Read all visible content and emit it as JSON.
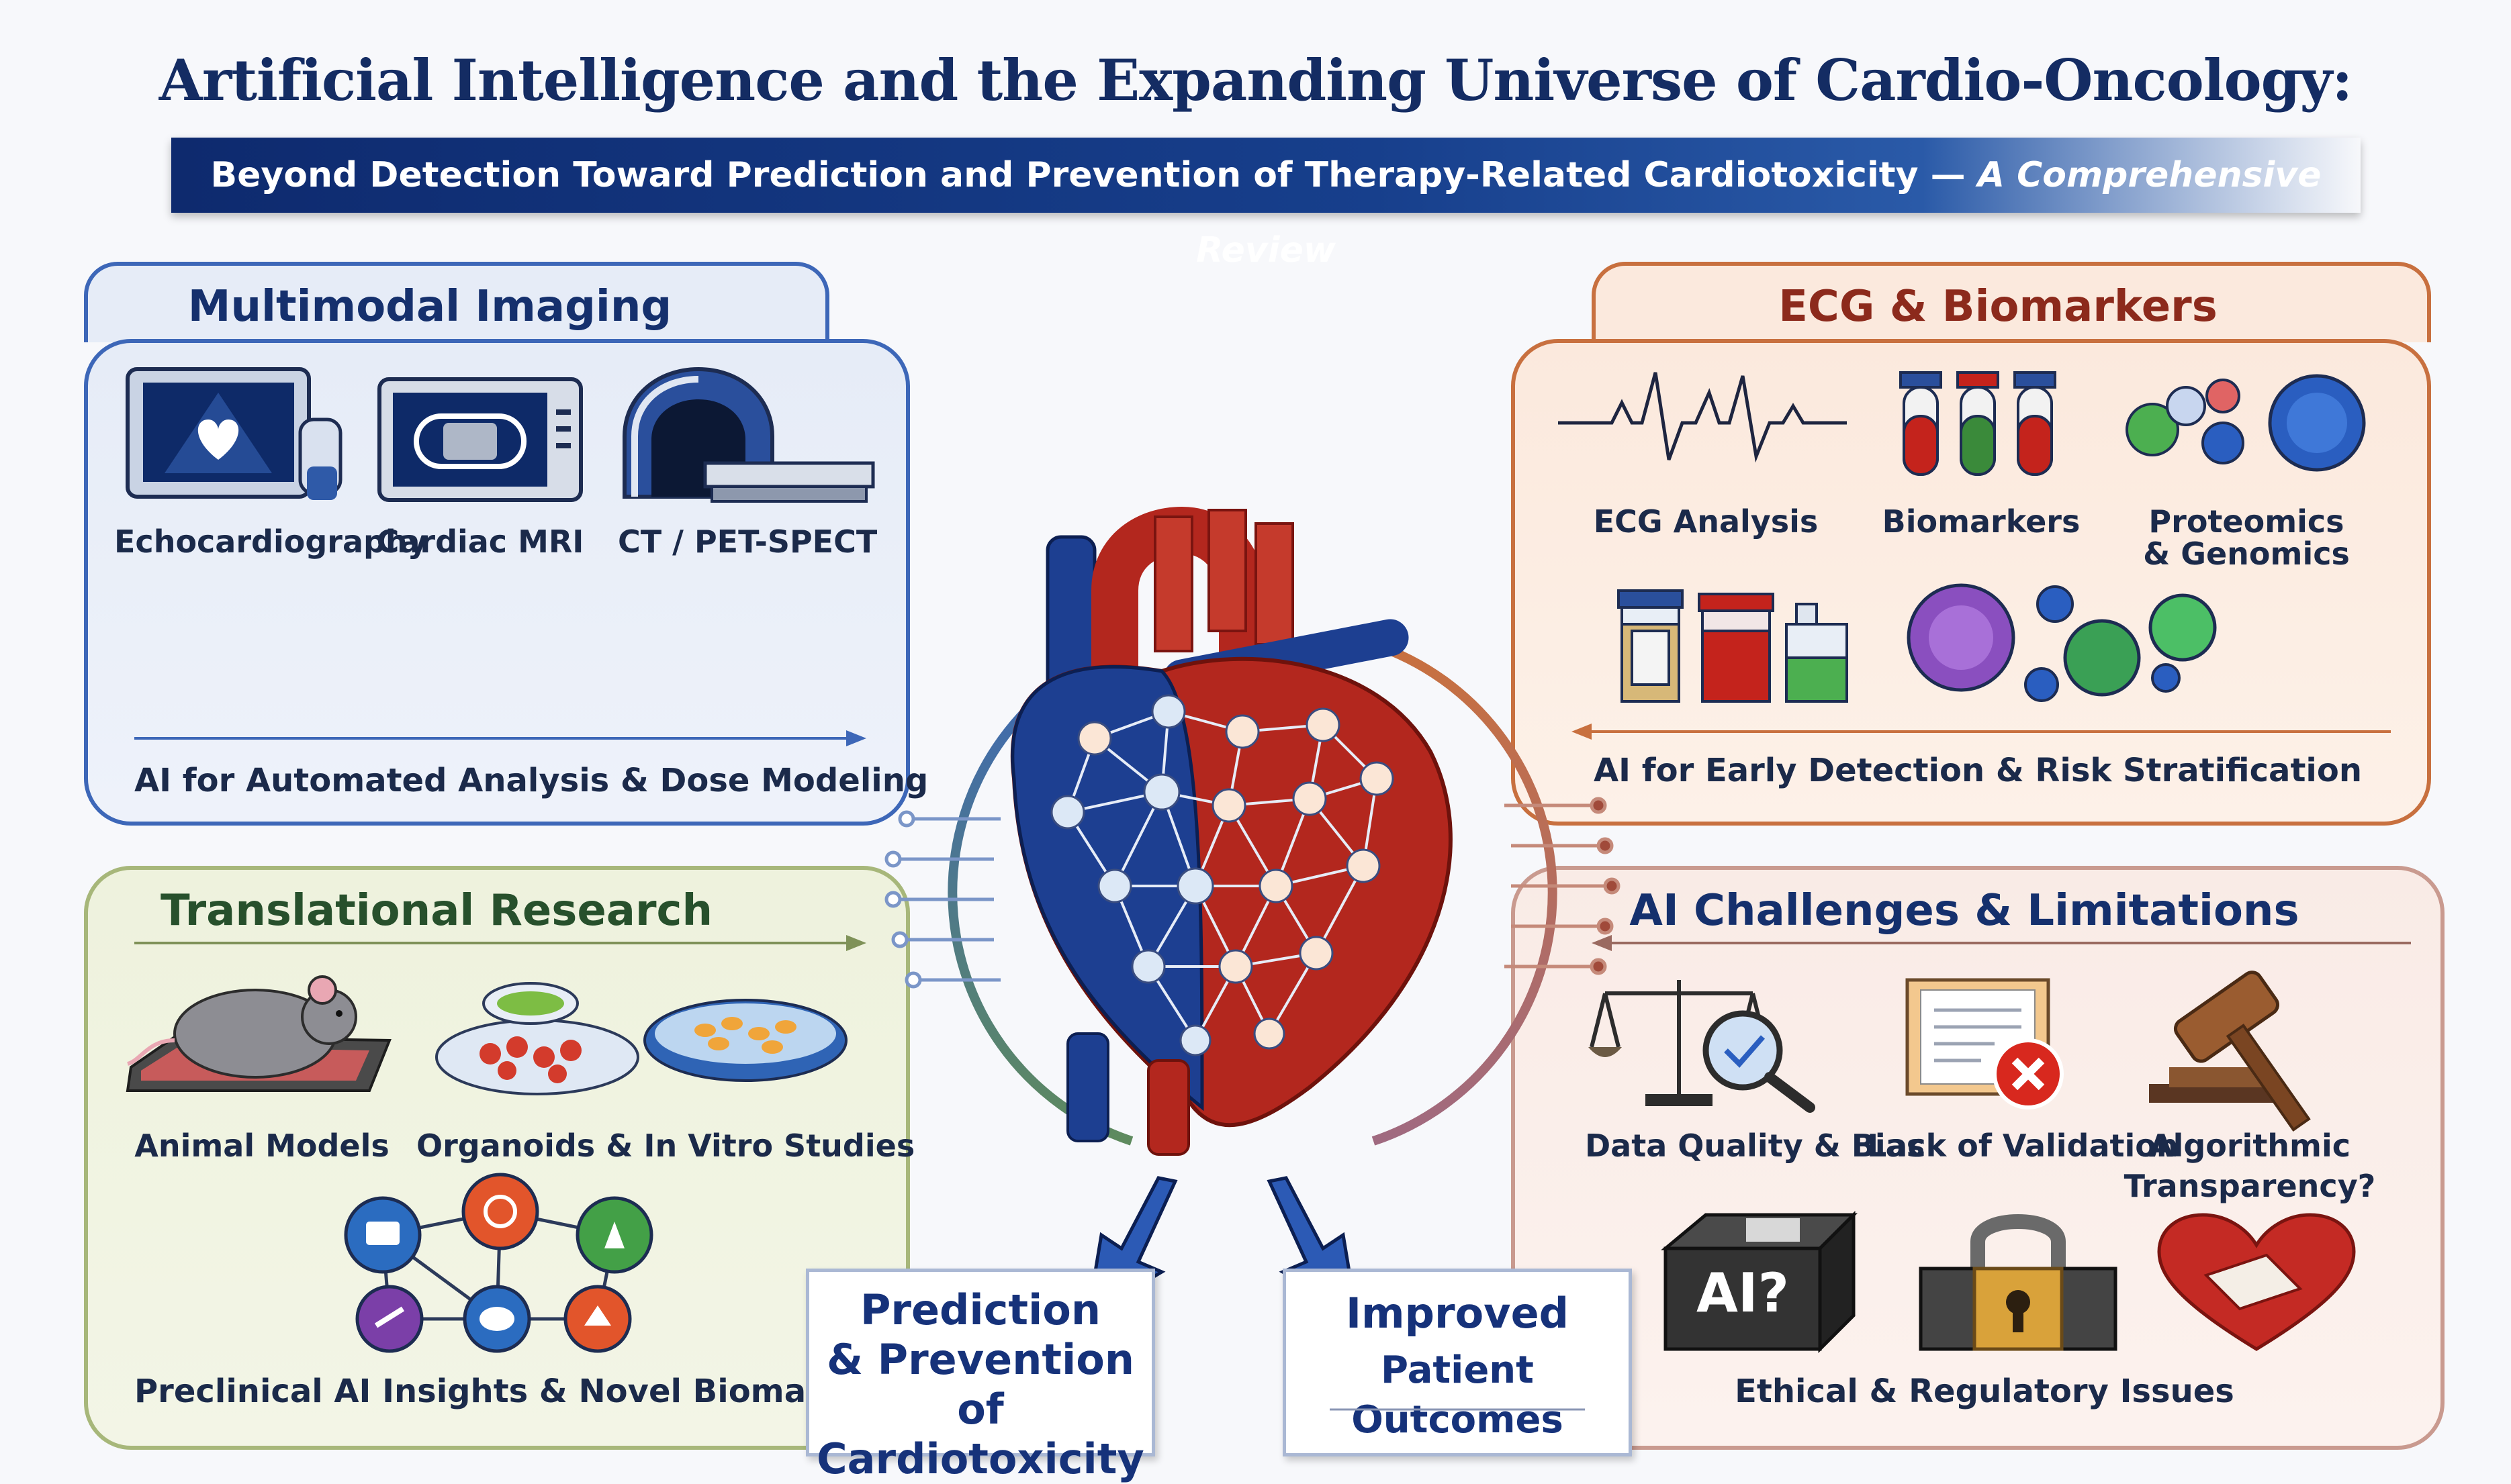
{
  "title": "Artificial Intelligence and the Expanding Universe of Cardio-Oncology:",
  "subtitle_main": "Beyond Detection Toward Prediction and Prevention of Therapy-Related Cardiotoxicity — ",
  "subtitle_italic": "A Comprehensive Review",
  "panels": {
    "imaging": {
      "title": "Multimodal Imaging",
      "items": [
        "Echocardiography",
        "Cardiac MRI",
        "CT / PET-SPECT"
      ],
      "footer": "AI for Automated Analysis & Dose Modeling"
    },
    "ecg": {
      "title": "ECG & Biomarkers",
      "items": [
        "ECG Analysis",
        "Biomarkers",
        "Proteomics",
        "& Genomics"
      ],
      "footer": "AI for Early Detection & Risk Stratification"
    },
    "translational": {
      "title": "Translational Research",
      "items": [
        "Animal Models",
        "Organoids & In Vitro Studies"
      ],
      "footer": "Preclinical AI Insights & Novel Biomarkers"
    },
    "challenges": {
      "title": "AI Challenges & Limitations",
      "items": [
        "Data Quality & Bias",
        "Lack of Validation",
        "Algorithmic",
        "Transparency?"
      ],
      "badge": "AI?",
      "footer": "Ethical & Regulatory Issues"
    }
  },
  "outcomes": {
    "prediction": [
      "Prediction",
      "& Prevention",
      "of Cardiotoxicity"
    ],
    "improved": [
      "Improved",
      "Patient Outcomes"
    ]
  },
  "colors": {
    "navy": "#142c63",
    "imaging": "#3d67b8",
    "ecg": "#c8703f",
    "translational": "#a7b77a",
    "challenges": "#c99a8f",
    "heart_red": "#b3271e",
    "heart_blue": "#1d3f91"
  }
}
